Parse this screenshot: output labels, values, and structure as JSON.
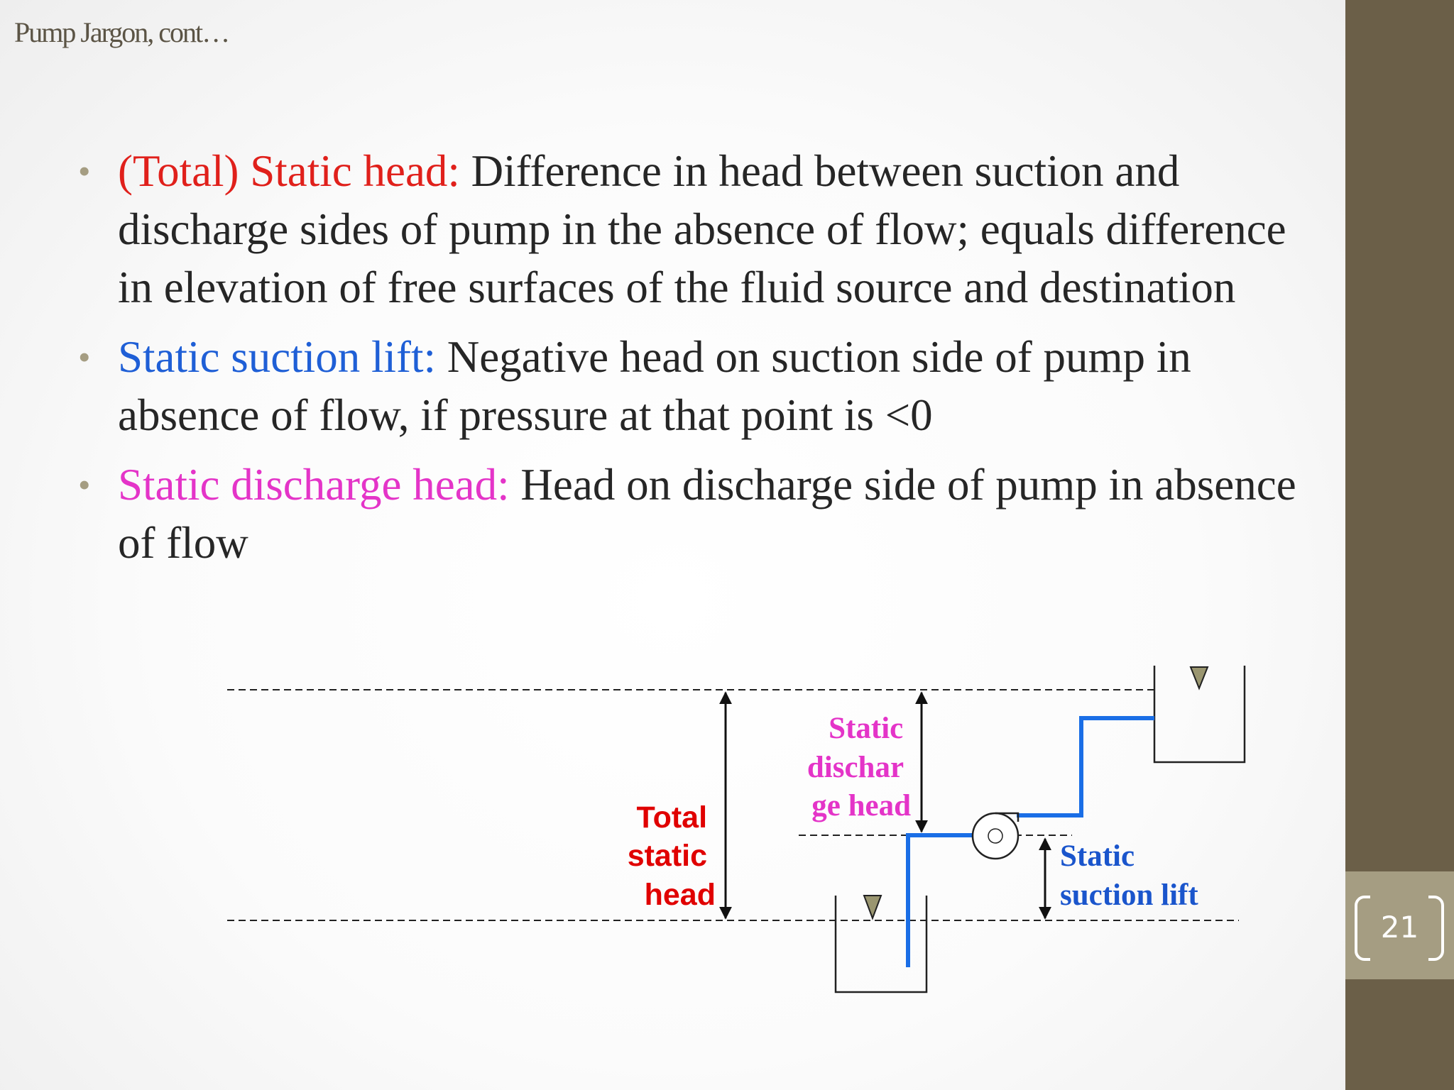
{
  "slide": {
    "title": "Pump Jargon, cont…",
    "page_number": "21"
  },
  "bullets": [
    {
      "term": "(Total) Static head:",
      "term_color": "#e0201b",
      "text": " Difference in head between suction and discharge sides of pump in the absence of flow; equals difference in elevation of free surfaces of the fluid source and destination"
    },
    {
      "term": "Static suction lift:",
      "term_color": "#1f5fd6",
      "text": " Negative head on suction side of pump in absence of flow, if pressure at that point is <0"
    },
    {
      "term": "Static discharge head:",
      "term_color": "#e434c8",
      "text": " Head on discharge side of pump in absence of flow"
    }
  ],
  "diagram": {
    "total_static_head": [
      "Total",
      "static",
      "head"
    ],
    "static_discharge_head": [
      "Static",
      "dischar",
      "ge head"
    ],
    "static_suction_lift": [
      "Static",
      "suction lift"
    ],
    "colors": {
      "pipe": "#1a6ee6",
      "total": "#e00000",
      "discharge": "#e434c8",
      "suction": "#1a55cc",
      "water_marker": "#9a9670"
    }
  },
  "icons": {
    "bullet": "bullet-dot",
    "pump": "pump-icon",
    "free_surface": "free-surface-triangle-icon"
  }
}
